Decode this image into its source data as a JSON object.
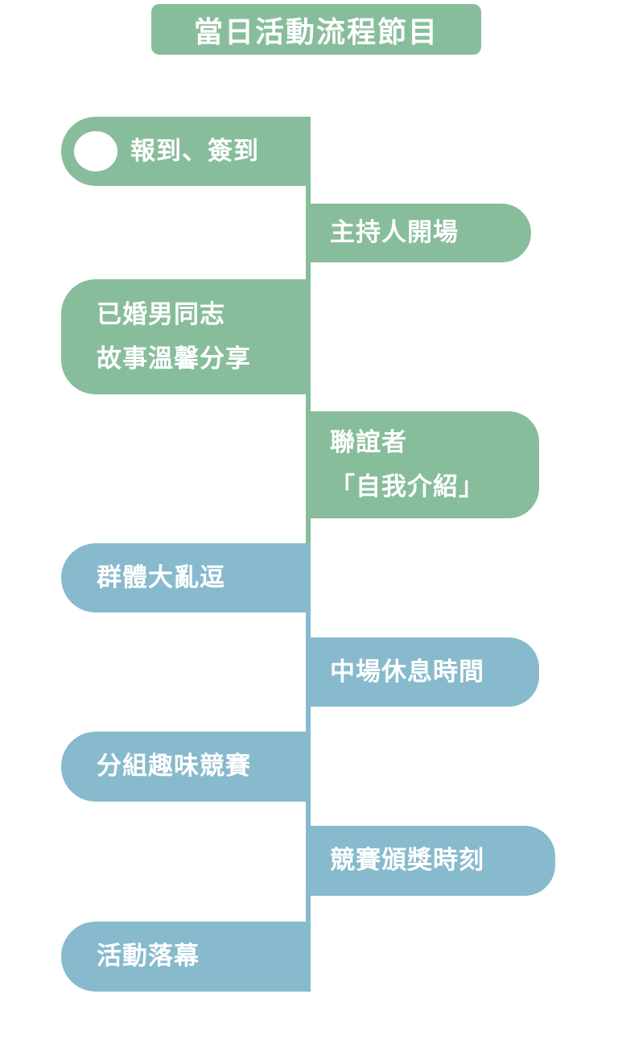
{
  "title": "當日活動流程節目",
  "colors": {
    "phase1": "#88bd9c",
    "phase2": "#88bacd"
  },
  "items": [
    {
      "lines": [
        "報到、簽到"
      ]
    },
    {
      "lines": [
        "主持人開場"
      ]
    },
    {
      "lines": [
        "已婚男同志",
        "故事溫馨分享"
      ]
    },
    {
      "lines": [
        "聯誼者",
        "「自我介紹」"
      ]
    },
    {
      "lines": [
        "群體大亂逗"
      ]
    },
    {
      "lines": [
        "中場休息時間"
      ]
    },
    {
      "lines": [
        "分組趣味競賽"
      ]
    },
    {
      "lines": [
        "競賽頒獎時刻"
      ]
    },
    {
      "lines": [
        "活動落幕"
      ]
    }
  ]
}
